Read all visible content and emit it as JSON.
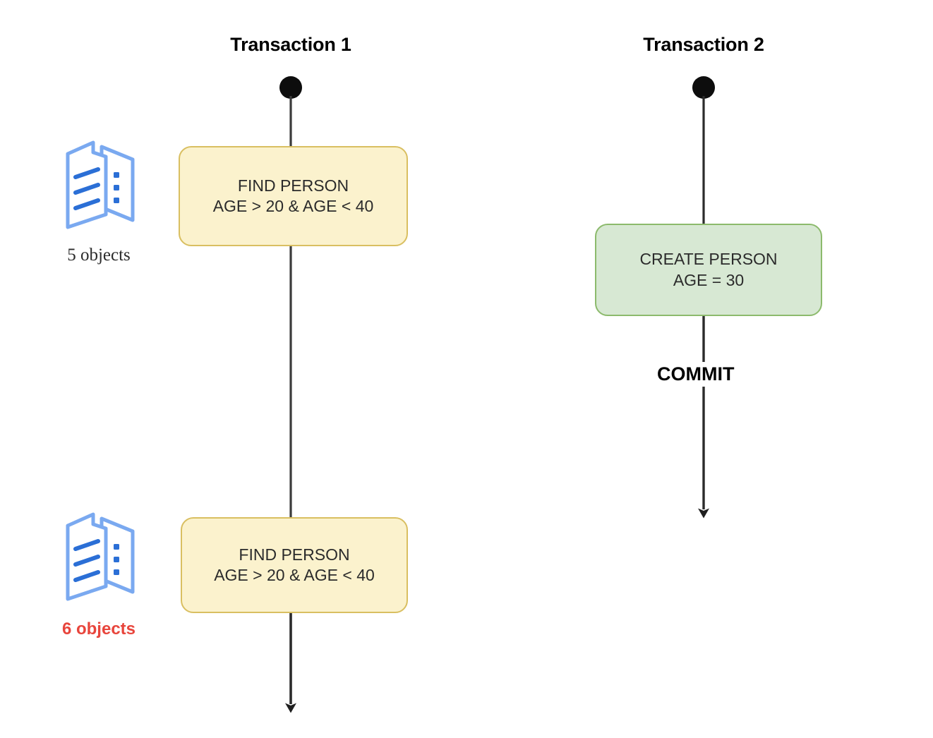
{
  "diagram": {
    "title_hidden": "",
    "background": "#ffffff",
    "colors": {
      "yellow_fill": "#fbf2cd",
      "yellow_stroke": "#d9bf61",
      "green_fill": "#d7e8d3",
      "green_stroke": "#8cba6c",
      "line": "#1f1f1f",
      "icon_outline": "#7aa9f0",
      "icon_lines": "#2b6fd6",
      "highlight_text": "#e8453c",
      "body_text": "#2b2b2b"
    }
  },
  "lanes": [
    {
      "id": "transaction-1",
      "title": "Transaction 1",
      "start_marker": "filled-circle",
      "end_marker": "arrow-down",
      "nodes": [
        {
          "id": "find-person-1",
          "line1": "FIND PERSON",
          "line2": "AGE > 20 & AGE < 40",
          "style": "yellow"
        },
        {
          "id": "find-person-2",
          "line1": "FIND PERSON",
          "line2": "AGE > 20 & AGE < 40",
          "style": "yellow"
        }
      ],
      "annotations": [
        {
          "id": "objects-5",
          "icon": "documents-icon",
          "label": "5 objects",
          "highlight": false
        },
        {
          "id": "objects-6",
          "icon": "documents-icon",
          "label": "6 objects",
          "highlight": true
        }
      ]
    },
    {
      "id": "transaction-2",
      "title": "Transaction 2",
      "start_marker": "filled-circle",
      "end_marker": "arrow-down",
      "nodes": [
        {
          "id": "create-person",
          "line1": "CREATE PERSON",
          "line2": "AGE = 30",
          "style": "green"
        }
      ],
      "edge_labels": [
        {
          "id": "commit-label",
          "text": "COMMIT"
        }
      ]
    }
  ]
}
